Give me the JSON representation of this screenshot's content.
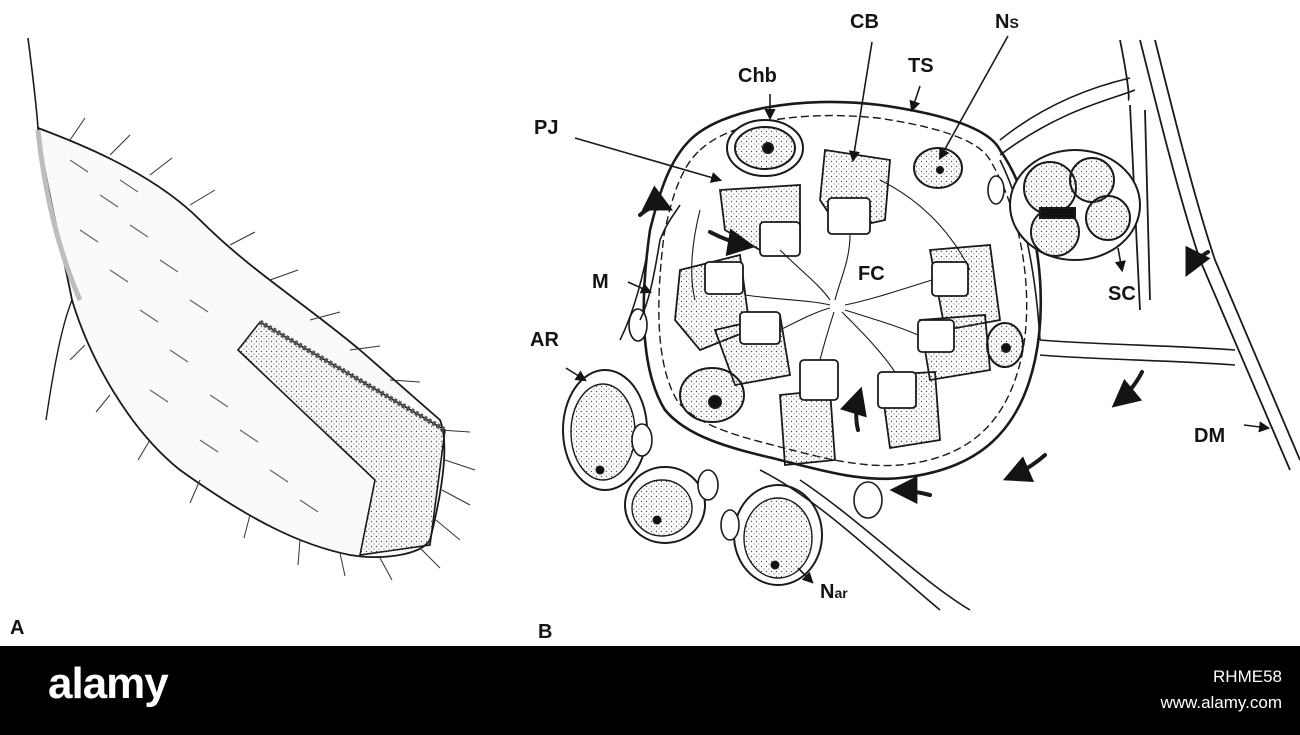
{
  "figure": {
    "panel_a_label": "A",
    "panel_b_label": "B",
    "labels": {
      "cb": "CB",
      "n": "N",
      "n_sub": "S",
      "chb": "Chb",
      "ts": "TS",
      "pj": "PJ",
      "m": "M",
      "fc": "FC",
      "sc": "SC",
      "ar": "AR",
      "dm": "DM",
      "nar": "N",
      "nar_sub": "ar"
    }
  },
  "footer": {
    "brand": "alamy",
    "image_id": "RHME58",
    "site": "www.alamy.com"
  },
  "colors": {
    "ink": "#141414",
    "footer_bg": "#000000",
    "footer_text": "#ffffff"
  }
}
